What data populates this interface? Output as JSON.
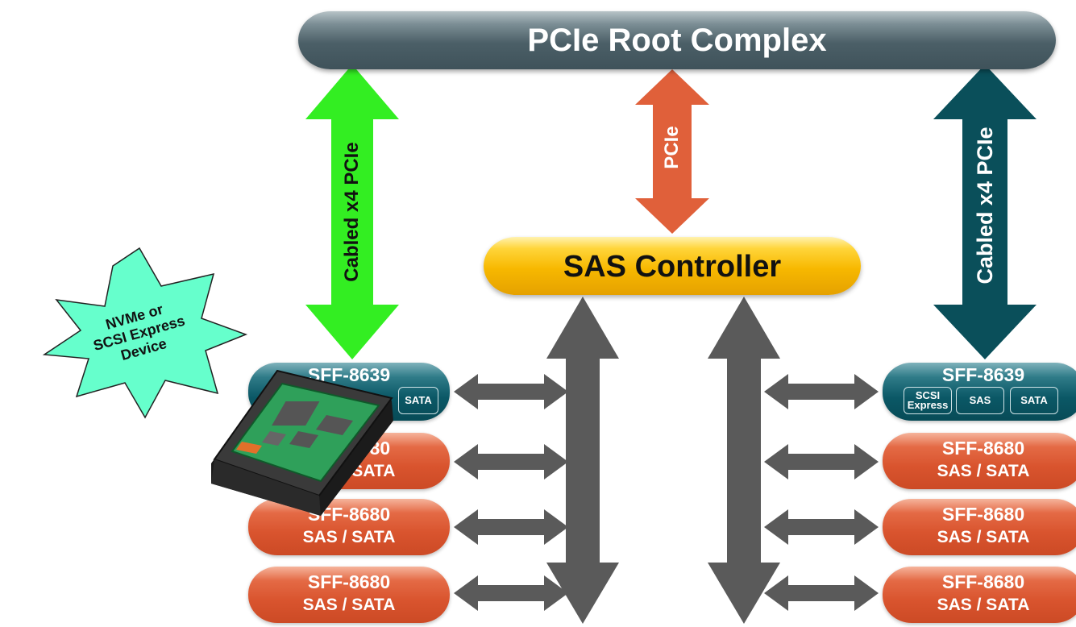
{
  "root_complex": {
    "label": "PCIe Root Complex"
  },
  "sas_controller": {
    "label": "SAS Controller"
  },
  "links": {
    "left_cable": "Cabled x4 PCIe",
    "center_pcie": "PCIe",
    "right_cable": "Cabled x4 PCIe"
  },
  "device_burst": {
    "line1": "NVMe or",
    "line2": "SCSI Express",
    "line3": "Device"
  },
  "connectors": {
    "sff8639": {
      "title": "SFF-8639",
      "ports": [
        "SCSI Express",
        "SAS",
        "SATA"
      ]
    },
    "sff8680": {
      "title": "SFF-8680",
      "protocols": "SAS / SATA"
    }
  },
  "colors": {
    "root_complex": "#4b5f67",
    "sas_controller": "#f7b800",
    "left_cable_arrow": "#33ee22",
    "center_arrow": "#e0603a",
    "right_cable_arrow": "#0a4f5a",
    "sas_links": "#5a5a5a",
    "burst": "#66ffcc",
    "sff8680": "#d9542e",
    "sff8639": "#0b5866"
  }
}
